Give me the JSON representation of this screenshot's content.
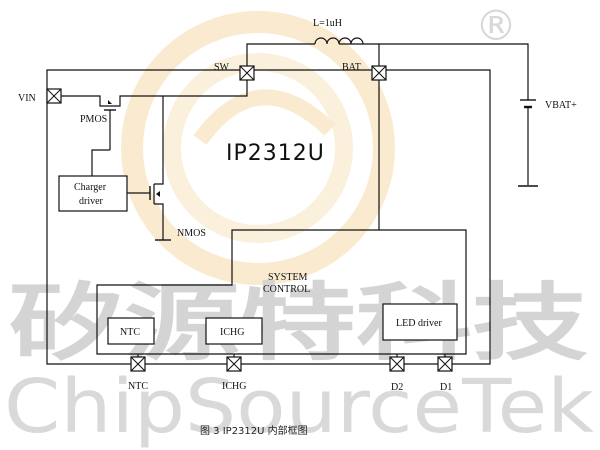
{
  "watermark": {
    "registered_symbol": "®",
    "cjk": "矽源特科技",
    "latin": "ChipSourceTek"
  },
  "chip_name": "IP2312U",
  "inductor_label": "L=1uH",
  "pins": {
    "vin": "VIN",
    "sw": "SW",
    "bat": "BAT",
    "ntc": "NTC",
    "ichg": "ICHG",
    "d2": "D2",
    "d1": "D1"
  },
  "components": {
    "pmos": "PMOS",
    "nmos": "NMOS",
    "charger_driver_line1": "Charger",
    "charger_driver_line2": "driver",
    "system_control_line1": "SYSTEM",
    "system_control_line2": "CONTROL",
    "ntc_block": "NTC",
    "ichg_block": "ICHG",
    "led_driver": "LED driver"
  },
  "external": {
    "battery_label": "VBAT+"
  },
  "caption": "图 3   IP2312U 内部框图",
  "colors": {
    "watermark_orange": "#f6d9a8",
    "watermark_grey": "#d4d4d4",
    "line": "#111111"
  }
}
